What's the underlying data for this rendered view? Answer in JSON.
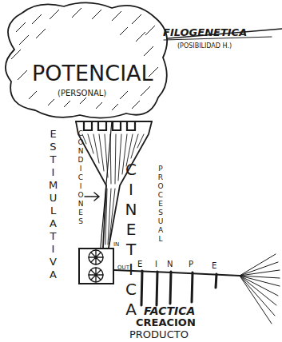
{
  "diagram": {
    "nodes": [
      {
        "text": [
          "POTENCIAL",
          "(PERSONAL)"
        ]
      },
      {
        "text": [
          "IN",
          "OUT"
        ]
      }
    ],
    "edges": [
      {
        "from": 0,
        "to": 1,
        "arrow": "none"
      }
    ],
    "labels": [
      "FILOGENETICA",
      "(POSIBILIDAD H.)",
      "ESTIMULATIVA",
      "CONDICIONES",
      "CINETICA",
      "PROCESUAL",
      "E",
      "I",
      "N",
      "P",
      "E",
      "FACTICA",
      "CREACION",
      "PRODUCTO"
    ]
  }
}
